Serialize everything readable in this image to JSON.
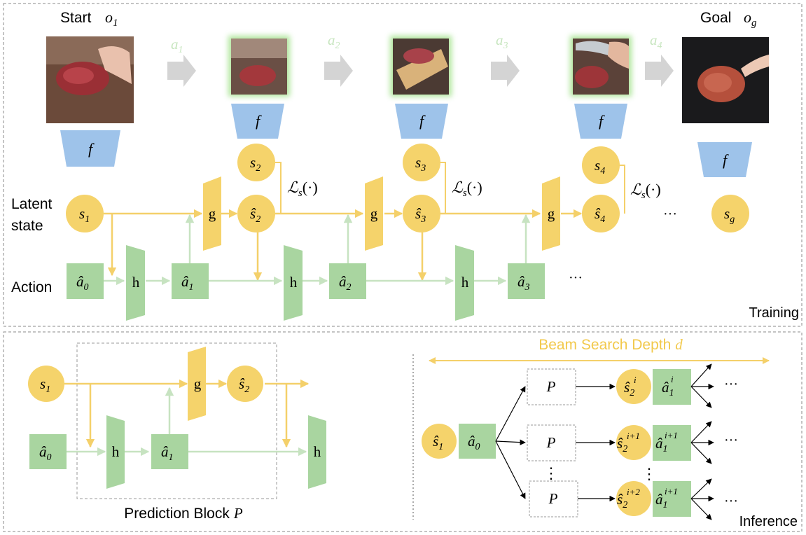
{
  "training": {
    "start_label": "Start",
    "start_obs": "o",
    "start_obs_sub": "1",
    "goal_label": "Goal",
    "goal_obs": "o",
    "goal_obs_sub": "g",
    "actions": [
      {
        "sym": "a",
        "sub": "1"
      },
      {
        "sym": "a",
        "sub": "2"
      },
      {
        "sym": "a",
        "sub": "3"
      },
      {
        "sym": "a",
        "sub": "4"
      }
    ],
    "encoder": "f",
    "row_latent_1": "Latent",
    "row_latent_2": "state",
    "row_action": "Action",
    "g": "g",
    "h": "h",
    "s_sym": "s",
    "shat_sym": "ŝ",
    "ahat_sym": "â",
    "loss": "ℒ",
    "loss_sub": "s",
    "loss_arg": "(·)",
    "ellipsis": "···",
    "corner": "Training",
    "idx": {
      "s1": "1",
      "s2": "2",
      "s3": "3",
      "s4": "4",
      "sg": "g",
      "a0": "0",
      "a1": "1",
      "a2": "2",
      "a3": "3"
    }
  },
  "prediction": {
    "title": "Prediction Block",
    "title_var": "P",
    "s_sym": "s",
    "shat_sym": "ŝ",
    "ahat_sym": "â",
    "g": "g",
    "h": "h",
    "idx": {
      "s1": "1",
      "s2": "2",
      "a0": "0",
      "a1": "1"
    }
  },
  "inference": {
    "beam_label": "Beam Search Depth",
    "beam_var": "d",
    "p_label": "P",
    "shat_sym": "ŝ",
    "ahat_sym": "â",
    "root_s_sub": "1",
    "root_a_sub": "0",
    "rows": [
      {
        "s_sub": "2",
        "s_sup": "i",
        "a_sub": "1",
        "a_sup": "i"
      },
      {
        "s_sub": "2",
        "s_sup": "i+1",
        "a_sub": "1",
        "a_sup": "i+1"
      },
      {
        "s_sub": "2",
        "s_sup": "i+2",
        "a_sub": "1",
        "a_sup": "i+1"
      }
    ],
    "vdots": "⋮",
    "ellipsis": "···",
    "corner": "Inference"
  },
  "colors": {
    "yellow": "#f5d36b",
    "yellow_line": "#f4d06a",
    "beam_text": "#f2c94c",
    "green": "#a9d5a0",
    "green_line": "#c7e3c1",
    "blue": "#9ec3ea",
    "gray_arrow": "#d4d4d4",
    "glow": "#8fdc73"
  }
}
